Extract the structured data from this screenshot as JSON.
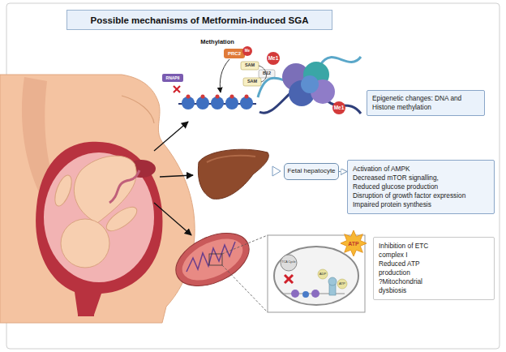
{
  "diagram": {
    "title": "Possible mechanisms of Metformin-induced SGA",
    "nodes": [
      {
        "text": [
          "Epigenetic changes: DNA and Histone methylation"
        ]
      },
      {
        "text": [
          "Fetal hepatocyte"
        ]
      },
      {
        "text": [
          "Activation of AMPK",
          "Decreased mTOR signalling,",
          "Reduced glucose production",
          "Disruption of growth factor expression",
          "Impaired protein synthesis"
        ]
      },
      {
        "text": [
          "Inhibition of ETC complex I",
          "Reduced ATP production",
          "?Mitochondrial dysbiosis"
        ]
      }
    ],
    "edges": [
      {
        "from": 1,
        "to": 2,
        "arrow": "to"
      }
    ],
    "labels": [
      "Methylation",
      "PRC2",
      "Me",
      "SAM",
      "B12",
      "SAM",
      "RNAPII",
      "Me1",
      "Me1",
      "TCA Cycle",
      "ADP",
      "ATP",
      "ATP"
    ]
  }
}
